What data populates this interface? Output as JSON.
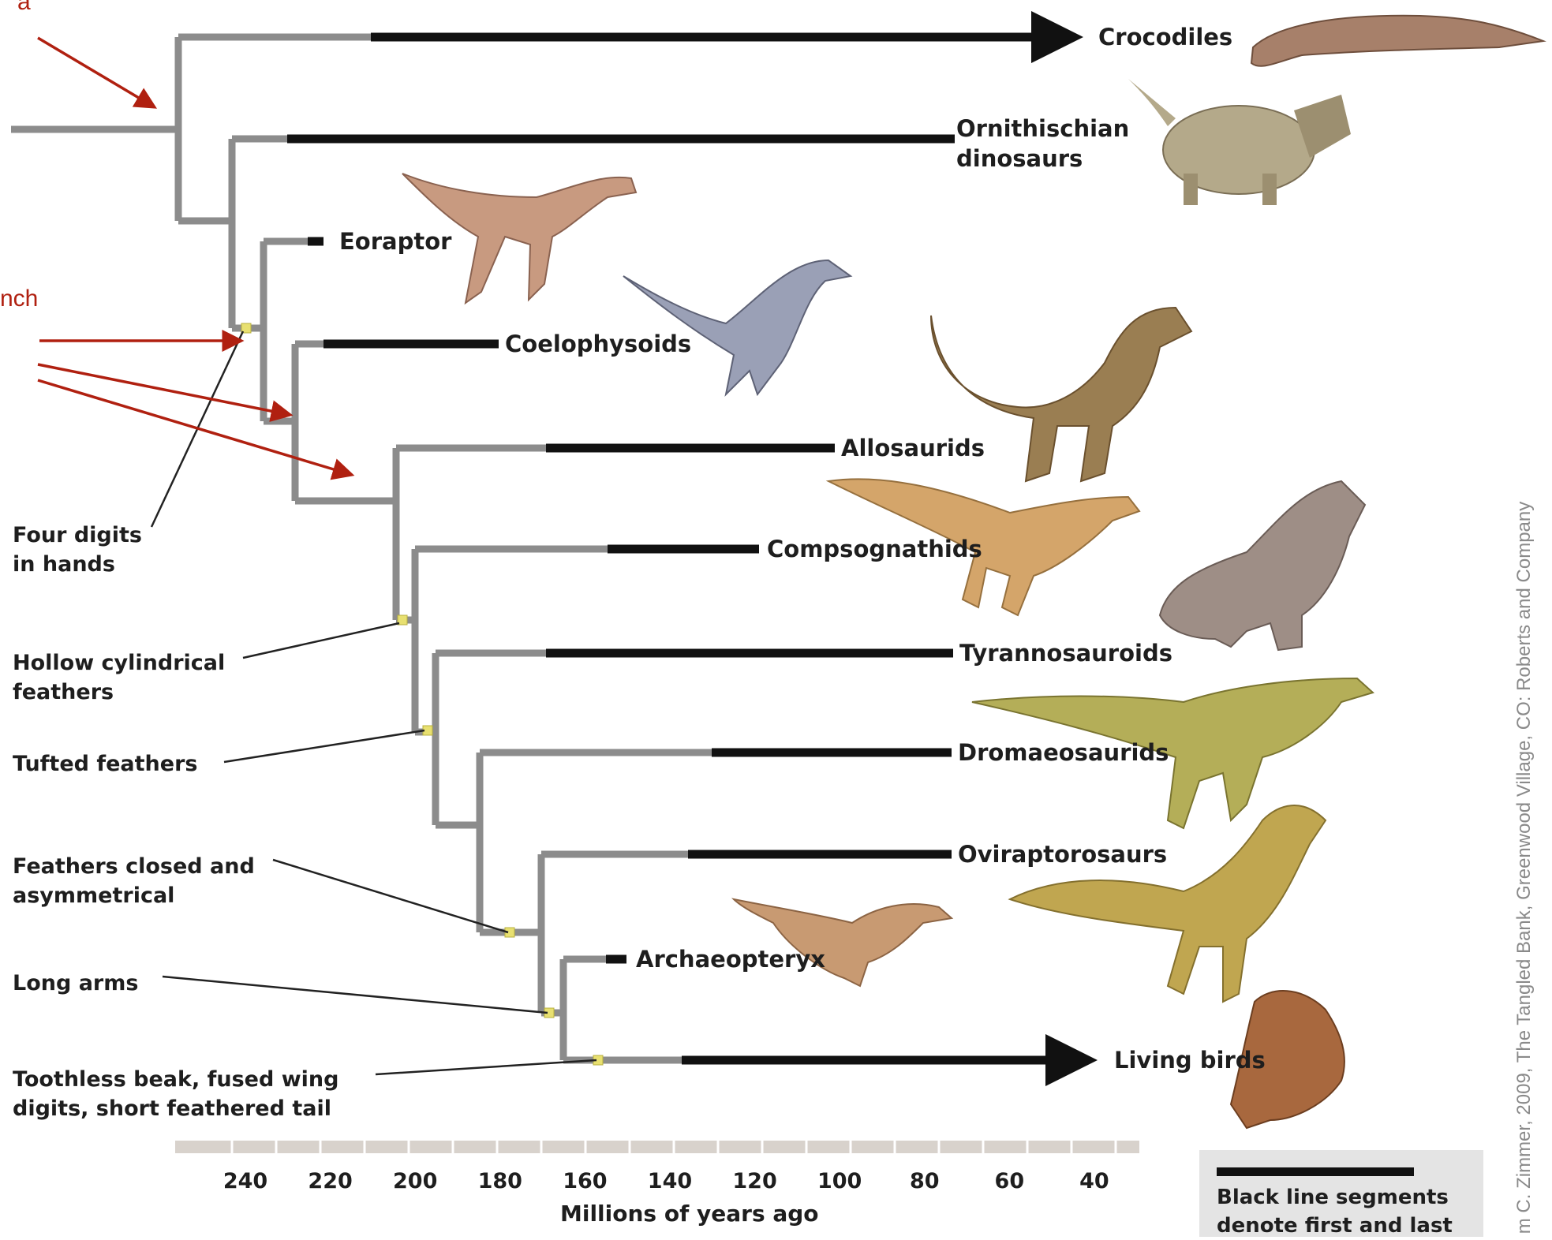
{
  "taxa": {
    "crocodiles": "Crocodiles",
    "ornithischian": [
      "Ornithischian",
      "dinosaurs"
    ],
    "eoraptor": "Eoraptor",
    "coelophysoids": "Coelophysoids",
    "allosaurids": "Allosaurids",
    "compsognathids": "Compsognathids",
    "tyrannosauroids": "Tyrannosauroids",
    "dromaeosaurids": "Dromaeosaurids",
    "oviraptorosaurs": "Oviraptorosaurs",
    "archaeopteryx": "Archaeopteryx",
    "living_birds": "Living birds"
  },
  "features": {
    "four_digits": [
      "Four digits",
      "in hands"
    ],
    "hollow_feathers": [
      "Hollow cylindrical",
      "feathers"
    ],
    "tufted_feathers": "Tufted feathers",
    "closed_feathers": [
      "Feathers closed and",
      "asymmetrical"
    ],
    "long_arms": "Long arms",
    "toothless_beak": [
      "Toothless beak, fused wing",
      "digits, short feathered tail"
    ]
  },
  "annotations": {
    "cut_top": "a",
    "cut_branch": "nch"
  },
  "axis": {
    "title": "Millions of years ago",
    "ticks": [
      "240",
      "220",
      "200",
      "180",
      "160",
      "140",
      "120",
      "100",
      "80",
      "60",
      "40"
    ]
  },
  "legend": [
    "Black line segments",
    "denote first and last"
  ],
  "credit": "m C. Zimmer, 2009, The Tangled Bank, Greenwood Village, CO: Roberts and Company",
  "colors": {
    "branch": "#8c8c8c",
    "range": "#111111",
    "marker": "#e8e070",
    "annotation_arrow": "#b02010"
  },
  "icons": [
    "crocodile-illustration",
    "triceratops-illustration",
    "eoraptor-illustration",
    "coelophysis-illustration",
    "allosaurus-illustration",
    "compsognathus-illustration",
    "tyrannosaurus-illustration",
    "velociraptor-illustration",
    "oviraptor-illustration",
    "archaeopteryx-illustration",
    "bird-illustration"
  ]
}
